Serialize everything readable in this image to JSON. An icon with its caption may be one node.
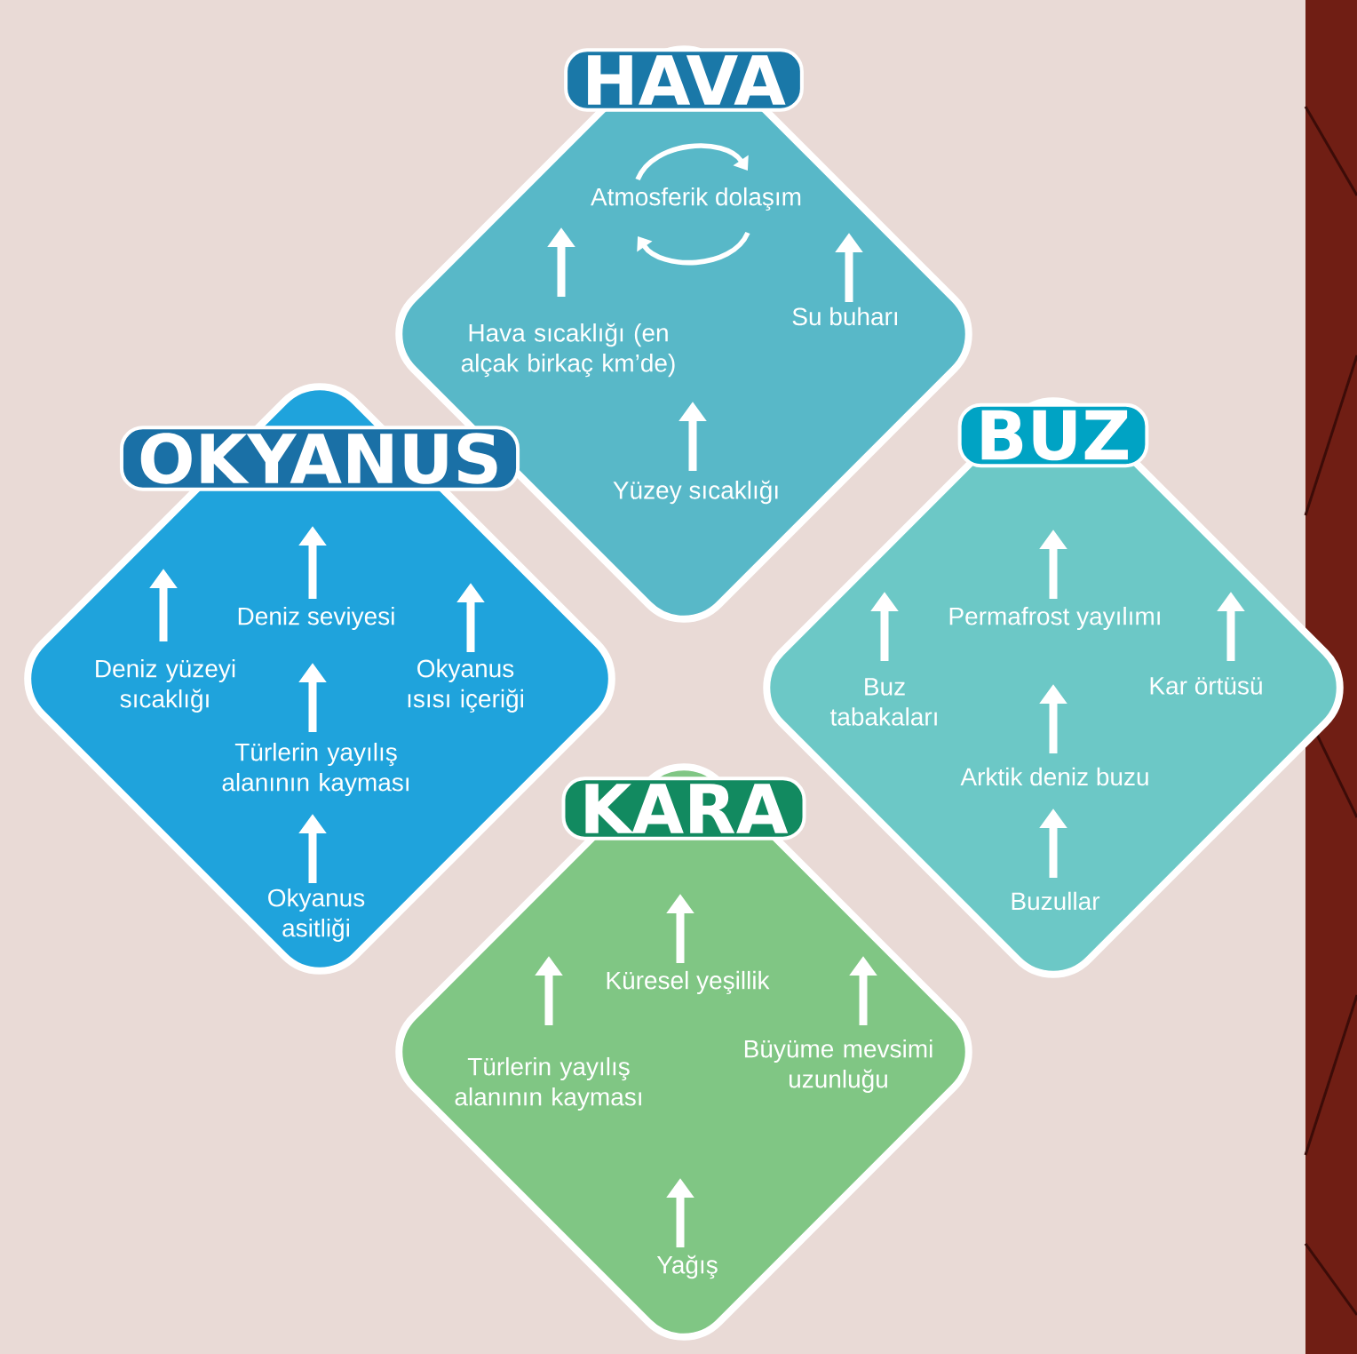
{
  "diagram": {
    "nodes": [
      {
        "text": [
          "HAVA",
          "Atmosferik dolaşım",
          "Hava sıcaklığı (en alçak birkaç km’de)",
          "Su buharı",
          "Yüzey sıcaklığı"
        ]
      },
      {
        "text": [
          "OKYANUS",
          "Deniz seviyesi",
          "Deniz yüzeyi sıcaklığı",
          "Okyanus ısısı içeriği",
          "Türlerin yayılış alanının kayması",
          "Okyanus asitliği"
        ]
      },
      {
        "text": [
          "BUZ",
          "Permafrost yayılımı",
          "Buz tabakaları",
          "Kar örtüsü",
          "Arktik deniz buzu",
          "Buzullar"
        ]
      },
      {
        "text": [
          "KARA",
          "Küresel yeşillik",
          "Türlerin yayılış alanının kayması",
          "Büyüme mevsimi uzunluğu",
          "Yağış"
        ]
      }
    ]
  }
}
